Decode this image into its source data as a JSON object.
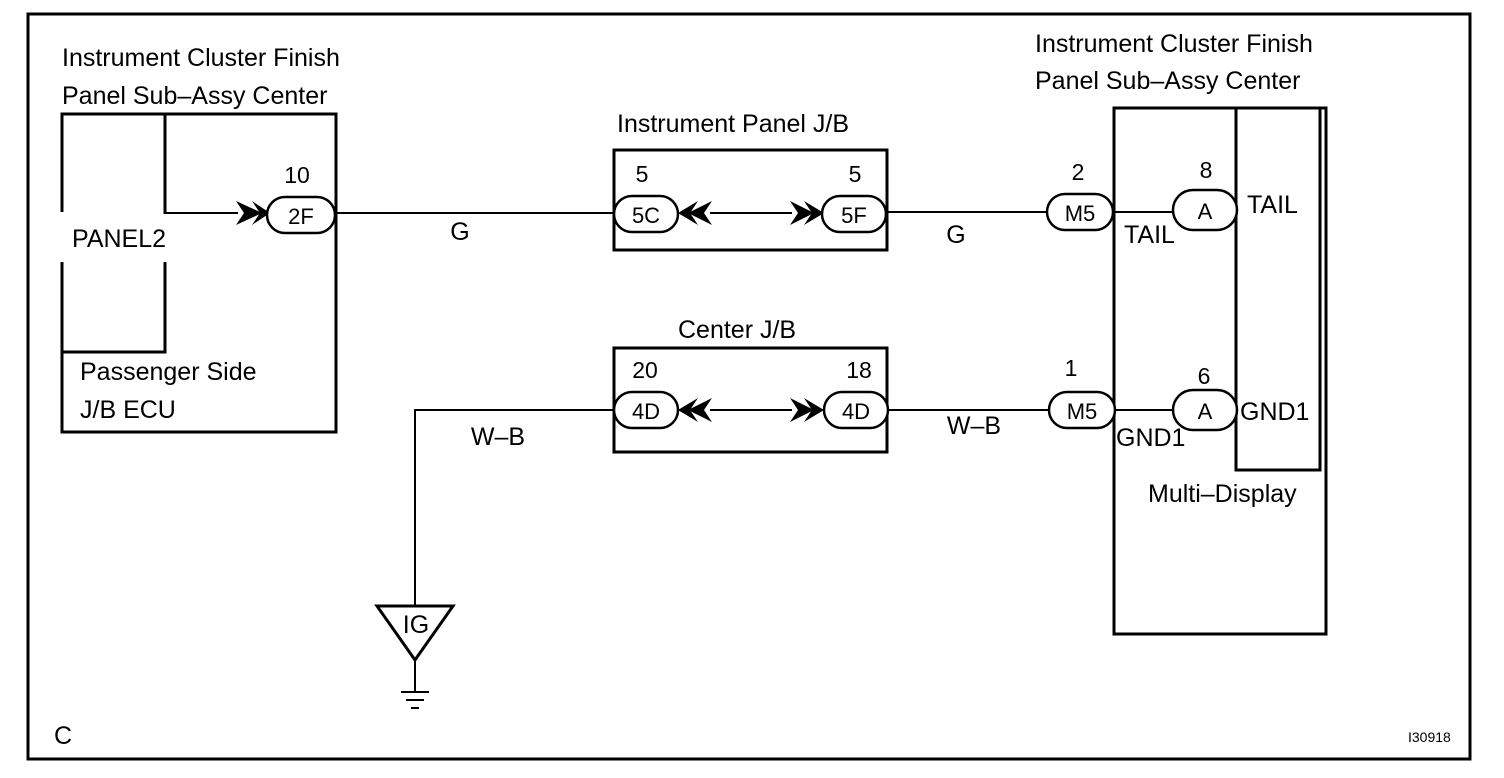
{
  "left_component": {
    "title_line1": "Instrument Cluster Finish",
    "title_line2": "Panel Sub–Assy Center",
    "terminal_label": "PANEL2",
    "sub_line1": "Passenger Side",
    "sub_line2": "J/B ECU",
    "connector": "2F",
    "pin": "10"
  },
  "instrument_panel_jb": {
    "title": "Instrument Panel J/B",
    "left_connector": "5C",
    "left_pin": "5",
    "right_connector": "5F",
    "right_pin": "5"
  },
  "center_jb": {
    "title": "Center J/B",
    "left_connector": "4D",
    "left_pin": "20",
    "right_connector": "4D",
    "right_pin": "18"
  },
  "wires": {
    "top_left_color": "G",
    "top_right_color": "G",
    "bottom_left_color": "W–B",
    "bottom_right_color": "W–B"
  },
  "right_component": {
    "title_line1": "Instrument Cluster Finish",
    "title_line2": "Panel Sub–Assy Center",
    "top_connector": "M5",
    "top_pin": "2",
    "bottom_connector": "M5",
    "bottom_pin": "1",
    "top_outer_label": "TAIL",
    "bottom_outer_label": "GND1",
    "multi_display": {
      "label": "Multi–Display",
      "top_connector": "A",
      "top_pin": "8",
      "top_terminal": "TAIL",
      "bottom_connector": "A",
      "bottom_pin": "6",
      "bottom_terminal": "GND1"
    }
  },
  "ground": {
    "label": "IG"
  },
  "corner_label": "C",
  "figure_id": "I30918"
}
